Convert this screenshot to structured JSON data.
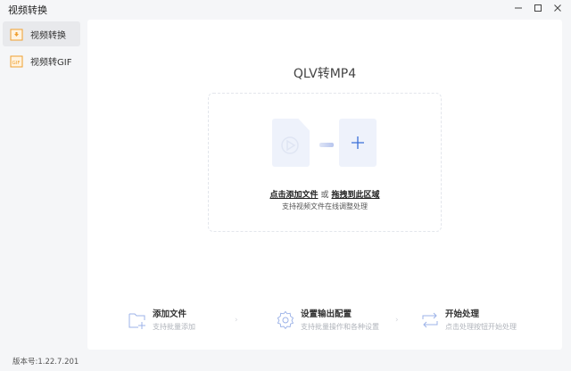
{
  "window": {
    "title": "视频转换",
    "controls": [
      "minimize",
      "maximize",
      "close"
    ]
  },
  "sidebar": {
    "items": [
      {
        "label": "视频转换",
        "icon": "video-convert-icon",
        "active": true
      },
      {
        "label": "视频转GIF",
        "icon": "gif-icon",
        "active": false
      }
    ]
  },
  "main": {
    "title": "QLV转MP4",
    "dropzone": {
      "add_link": "点击添加文件",
      "or": "或",
      "drag_link": "拖拽到此区域",
      "hint": "支持视频文件在线调整处理"
    },
    "steps": [
      {
        "title": "添加文件",
        "subtitle": "支持批量添加",
        "icon": "folder-add-icon"
      },
      {
        "title": "设置输出配置",
        "subtitle": "支持批量操作和各种设置",
        "icon": "gear-icon"
      },
      {
        "title": "开始处理",
        "subtitle": "点击处理按钮开始处理",
        "icon": "refresh-icon"
      }
    ]
  },
  "footer": {
    "version": "版本号:1.22.7.201"
  },
  "colors": {
    "accent": "#3a6fd8",
    "sidebar_icon": "#f0a030",
    "step_icon": "#9db3e8"
  }
}
